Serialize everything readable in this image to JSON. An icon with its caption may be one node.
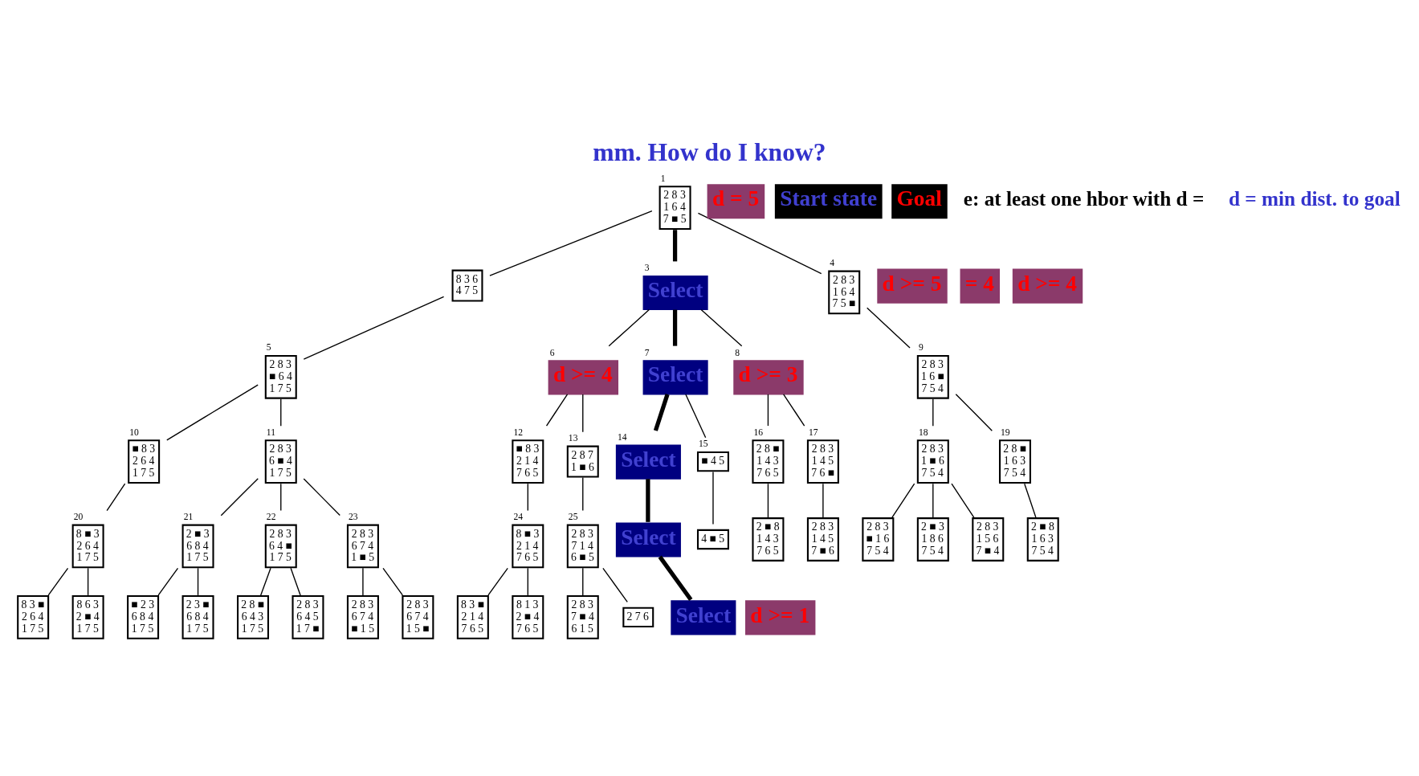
{
  "diagram": {
    "title": "mm. How do I know?",
    "nodes": [
      {
        "text": [
          "2 8 3 1 6 4 7 ■ 5"
        ],
        "beside": [
          "1"
        ]
      },
      {
        "text": [
          "8 3 6 4 7 5"
        ]
      },
      {
        "text": [
          "Select"
        ],
        "beside": [
          "3"
        ]
      },
      {
        "text": [
          "2 8 3 1 6 4 7 5 ■"
        ],
        "beside": [
          "4"
        ]
      },
      {
        "text": [
          "2 8 3 ■ 6 4 1 7 5"
        ],
        "beside": [
          "5"
        ]
      },
      {
        "text": [
          "d >= 4"
        ],
        "beside": [
          "6"
        ]
      },
      {
        "text": [
          "Select"
        ],
        "beside": [
          "7"
        ]
      },
      {
        "text": [
          "d >= 3"
        ],
        "beside": [
          "8"
        ]
      },
      {
        "text": [
          "2 8 3 1 6 ■ 7 5 4"
        ],
        "beside": [
          "9"
        ]
      },
      {
        "text": [
          "■ 8 3 2 6 4 1 7 5"
        ],
        "beside": [
          "10"
        ]
      },
      {
        "text": [
          "2 8 3 6 ■ 4 1 7 5"
        ],
        "beside": [
          "11"
        ]
      },
      {
        "text": [
          "■ 8 3 2 1 4 7 6 5"
        ],
        "beside": [
          "12"
        ]
      },
      {
        "text": [
          "2 8 7 1 ■ 6"
        ],
        "beside": [
          "13"
        ]
      },
      {
        "text": [
          "Select"
        ],
        "beside": [
          "14"
        ]
      },
      {
        "text": [
          "■ 4 5"
        ],
        "beside": [
          "15"
        ]
      },
      {
        "text": [
          "2 8 ■ 1 4 3 7 6 5"
        ],
        "beside": [
          "16"
        ]
      },
      {
        "text": [
          "2 8 3 1 4 5 7 6 ■"
        ],
        "beside": [
          "17"
        ]
      },
      {
        "text": [
          "2 8 3 1 ■ 6 7 5 4"
        ],
        "beside": [
          "18"
        ]
      },
      {
        "text": [
          "2 8 ■ 1 6 3 7 5 4"
        ],
        "beside": [
          "19"
        ]
      },
      {
        "text": [
          "8 ■ 3 2 6 4 1 7 5"
        ],
        "beside": [
          "20"
        ]
      },
      {
        "text": [
          "2 ■ 3 6 8 4 1 7 5"
        ],
        "beside": [
          "21"
        ]
      },
      {
        "text": [
          "2 8 3 6 4 ■ 1 7 5"
        ],
        "beside": [
          "22"
        ]
      },
      {
        "text": [
          "2 8 3 6 7 4 1 ■ 5"
        ],
        "beside": [
          "23"
        ]
      },
      {
        "text": [
          "8 ■ 3 2 1 4 7 6 5"
        ],
        "beside": [
          "24"
        ]
      },
      {
        "text": [
          "2 8 3 7 1 4 6 ■ 5"
        ],
        "beside": [
          "25"
        ]
      },
      {
        "text": [
          "Select"
        ]
      },
      {
        "text": [
          "4 ■ 5"
        ]
      },
      {
        "text": [
          "2 ■ 8 1 4 3 7 6 5"
        ]
      },
      {
        "text": [
          "2 8 3 1 4 5 7 ■ 6"
        ]
      },
      {
        "text": [
          "2 8 3 ■ 1 6 7 5 4"
        ]
      },
      {
        "text": [
          "2 ■ 3 1 8 6 7 5 4"
        ]
      },
      {
        "text": [
          "2 8 3 1 5 6 7 ■ 4"
        ]
      },
      {
        "text": [
          "2 ■ 8 1 6 3 7 5 4"
        ]
      },
      {
        "text": [
          "8 3 ■ 2 6 4 1 7 5"
        ]
      },
      {
        "text": [
          "8 6 3 2 ■ 4 1 7 5"
        ]
      },
      {
        "text": [
          "■ 2 3 6 8 4 1 7 5"
        ]
      },
      {
        "text": [
          "2 3 ■ 6 8 4 1 7 5"
        ]
      },
      {
        "text": [
          "2 8 ■ 6 4 3 1 7 5"
        ]
      },
      {
        "text": [
          "2 8 3 6 4 5 1 7 ■"
        ]
      },
      {
        "text": [
          "2 8 3 6 7 4 ■ 1 5"
        ]
      },
      {
        "text": [
          "2 8 3 6 7 4 1 5 ■"
        ]
      },
      {
        "text": [
          "8 3 ■ 2 1 4 7 6 5"
        ]
      },
      {
        "text": [
          "8 1 3 2 ■ 4 7 6 5"
        ]
      },
      {
        "text": [
          "2 8 3 7 ■ 4 6 1 5"
        ]
      },
      {
        "text": [
          "2 7 6"
        ]
      },
      {
        "text": [
          "Select"
        ]
      },
      {
        "text": [
          "d = 5"
        ]
      },
      {
        "text": [
          "Start state"
        ]
      },
      {
        "text": [
          "d >= 5"
        ]
      },
      {
        "text": [
          "= 4"
        ]
      },
      {
        "text": [
          "d >= 4"
        ]
      },
      {
        "text": [
          "d >= 1"
        ]
      },
      {
        "text": [
          "Goal"
        ]
      }
    ],
    "edges": [
      {
        "from": 0,
        "to": 1,
        "arrow": "none"
      },
      {
        "from": 0,
        "to": 2,
        "arrow": "none",
        "style": "thick"
      },
      {
        "from": 0,
        "to": 3,
        "arrow": "none"
      },
      {
        "from": 1,
        "to": 4,
        "arrow": "none"
      },
      {
        "from": 2,
        "to": 5,
        "arrow": "none"
      },
      {
        "from": 2,
        "to": 6,
        "arrow": "none",
        "style": "thick"
      },
      {
        "from": 2,
        "to": 7,
        "arrow": "none"
      },
      {
        "from": 3,
        "to": 8,
        "arrow": "none"
      },
      {
        "from": 4,
        "to": 9,
        "arrow": "none"
      },
      {
        "from": 4,
        "to": 10,
        "arrow": "none"
      },
      {
        "from": 5,
        "to": 11,
        "arrow": "none"
      },
      {
        "from": 5,
        "to": 12,
        "arrow": "none"
      },
      {
        "from": 6,
        "to": 13,
        "arrow": "none",
        "style": "thick"
      },
      {
        "from": 6,
        "to": 14,
        "arrow": "none"
      },
      {
        "from": 7,
        "to": 15,
        "arrow": "none"
      },
      {
        "from": 7,
        "to": 16,
        "arrow": "none"
      },
      {
        "from": 8,
        "to": 17,
        "arrow": "none"
      },
      {
        "from": 8,
        "to": 18,
        "arrow": "none"
      },
      {
        "from": 9,
        "to": 19,
        "arrow": "none"
      },
      {
        "from": 10,
        "to": 20,
        "arrow": "none"
      },
      {
        "from": 10,
        "to": 21,
        "arrow": "none"
      },
      {
        "from": 10,
        "to": 22,
        "arrow": "none"
      },
      {
        "from": 11,
        "to": 23,
        "arrow": "none"
      },
      {
        "from": 12,
        "to": 24,
        "arrow": "none"
      },
      {
        "from": 13,
        "to": 25,
        "arrow": "none",
        "style": "thick"
      },
      {
        "from": 14,
        "to": 26,
        "arrow": "none"
      },
      {
        "from": 15,
        "to": 27,
        "arrow": "none"
      },
      {
        "from": 16,
        "to": 28,
        "arrow": "none"
      },
      {
        "from": 17,
        "to": 29,
        "arrow": "none"
      },
      {
        "from": 17,
        "to": 30,
        "arrow": "none"
      },
      {
        "from": 17,
        "to": 31,
        "arrow": "none"
      },
      {
        "from": 18,
        "to": 32,
        "arrow": "none"
      },
      {
        "from": 19,
        "to": 33,
        "arrow": "none"
      },
      {
        "from": 19,
        "to": 34,
        "arrow": "none"
      },
      {
        "from": 20,
        "to": 35,
        "arrow": "none"
      },
      {
        "from": 20,
        "to": 36,
        "arrow": "none"
      },
      {
        "from": 21,
        "to": 37,
        "arrow": "none"
      },
      {
        "from": 21,
        "to": 38,
        "arrow": "none"
      },
      {
        "from": 22,
        "to": 39,
        "arrow": "none"
      },
      {
        "from": 22,
        "to": 40,
        "arrow": "none"
      },
      {
        "from": 23,
        "to": 41,
        "arrow": "none"
      },
      {
        "from": 23,
        "to": 42,
        "arrow": "none"
      },
      {
        "from": 24,
        "to": 43,
        "arrow": "none"
      },
      {
        "from": 24,
        "to": 44,
        "arrow": "none"
      },
      {
        "from": 25,
        "to": 45,
        "arrow": "none",
        "style": "thick"
      }
    ],
    "labels": [
      "e: at least one hbor with d =",
      "d = min dist. to goal"
    ]
  }
}
